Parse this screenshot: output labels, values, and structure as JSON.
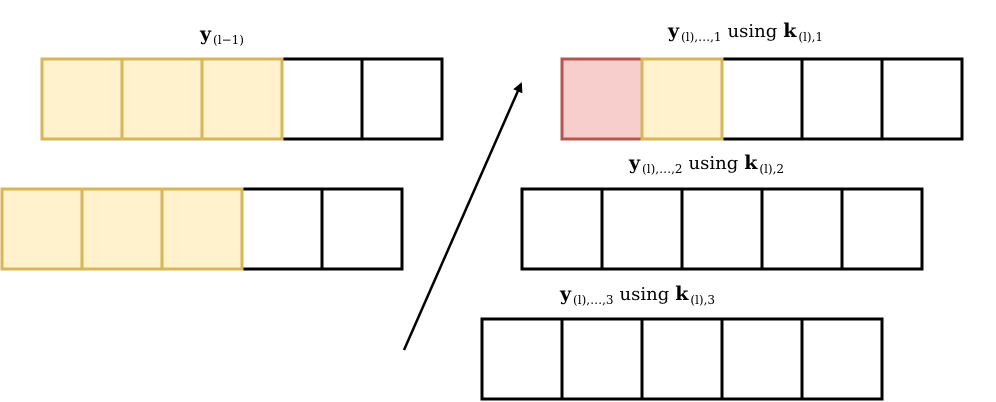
{
  "diagram": {
    "colors": {
      "border": "#000000",
      "highlight_fill": "#fff2cc",
      "highlight_stroke": "#d6b656",
      "focus_fill": "#f8cecc",
      "focus_stroke": "#b85450"
    },
    "previous_layer": {
      "label": {
        "symbol": "y",
        "subscript": "(l−1)"
      },
      "rows": [
        {
          "cells": [
            "highlight",
            "highlight",
            "highlight",
            "empty",
            "empty"
          ]
        },
        {
          "cells": [
            "highlight",
            "highlight",
            "highlight",
            "empty",
            "empty"
          ]
        }
      ]
    },
    "arrow": {
      "direction": "up-right"
    },
    "current_layer": {
      "rows": [
        {
          "label": {
            "symbol": "y",
            "subscript": "(l),…,1",
            "word": "using",
            "kernel": "k",
            "kernel_subscript": "(l),1"
          },
          "cells": [
            "focus",
            "highlight",
            "empty",
            "empty",
            "empty"
          ]
        },
        {
          "label": {
            "symbol": "y",
            "subscript": "(l),…,2",
            "word": "using",
            "kernel": "k",
            "kernel_subscript": "(l),2"
          },
          "cells": [
            "empty",
            "empty",
            "empty",
            "empty",
            "empty"
          ]
        },
        {
          "label": {
            "symbol": "y",
            "subscript": "(l),…,3",
            "word": "using",
            "kernel": "k",
            "kernel_subscript": "(l),3"
          },
          "cells": [
            "empty",
            "empty",
            "empty",
            "empty",
            "empty"
          ]
        }
      ]
    }
  }
}
